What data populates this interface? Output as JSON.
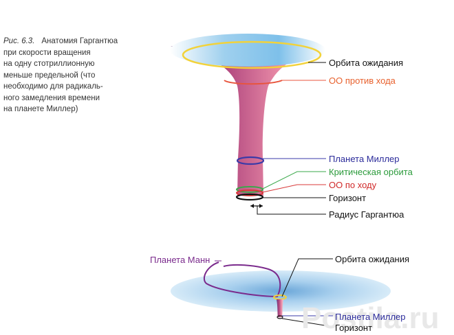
{
  "caption": {
    "number": "Рис. 6.3.",
    "lines": [
      "Анатомия Гаргантюа",
      "при скорости вращения",
      "на одну стотриллионную",
      "меньше предельной (что",
      "необходимо для радикаль-",
      "ного замедления времени",
      "на планете Миллер)"
    ]
  },
  "labels": {
    "waiting_orbit": "Орбита ожидания",
    "counter_orbit": "ОО против хода",
    "miller_planet": "Планета Миллер",
    "critical_orbit": "Критическая орбита",
    "prograde_orbit": "ОО по ходу",
    "horizon": "Горизонт",
    "gargantua_radius": "Радиус Гаргантюа",
    "mann_planet": "Планета Манн",
    "waiting_orbit_2": "Орбита ожидания",
    "miller_planet_2": "Планета Миллер",
    "horizon_2": "Горизонт"
  },
  "watermark": "Postila.ru",
  "colors": {
    "waiting_orbit": "#f2d23a",
    "counter_orbit": "#e8543c",
    "miller_planet": "#3a3aa8",
    "critical_orbit": "#3aa84a",
    "prograde_orbit": "#d83838",
    "horizon": "#111111",
    "mann_orbit": "#7a2a8c",
    "counter_text": "#e8602c",
    "miller_text": "#2a2a9a",
    "critical_text": "#2a9a3a",
    "prograde_text": "#d02828",
    "mann_text": "#7a2a8c"
  }
}
